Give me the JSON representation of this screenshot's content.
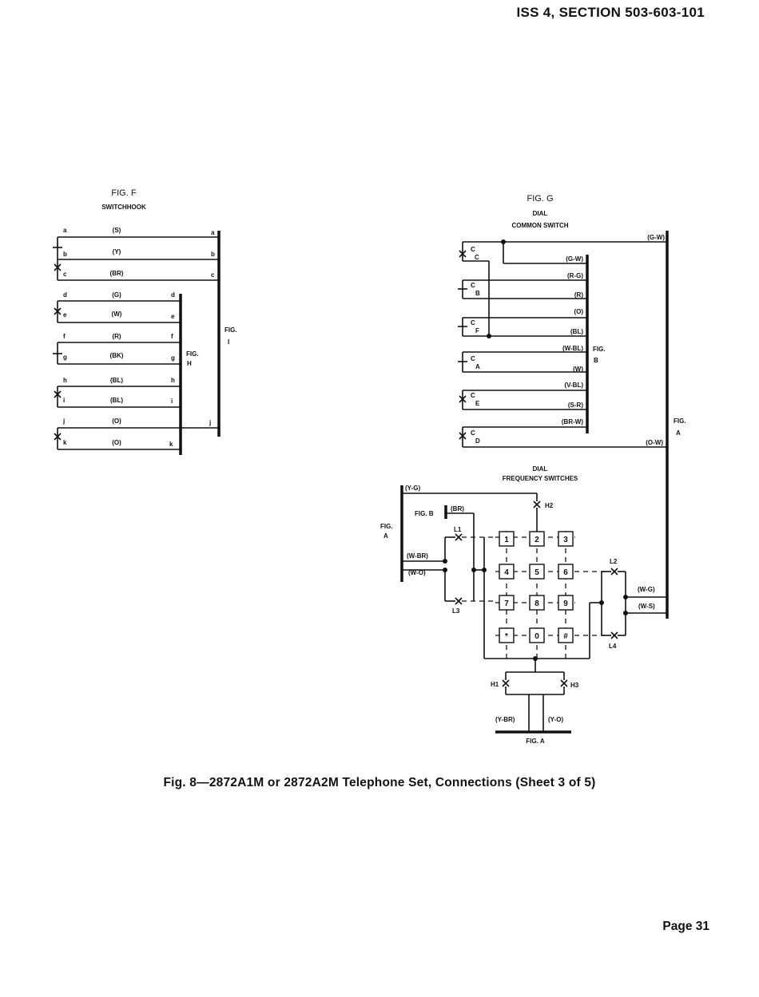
{
  "header": {
    "text": "ISS 4, SECTION 503-603-101"
  },
  "caption": {
    "text": "Fig. 8—2872A1M or 2872A2M Telephone Set, Connections (Sheet 3 of 5)"
  },
  "page": {
    "number": "Page 31"
  },
  "fig_f": {
    "title": "FIG. F",
    "subtitle": "SWITCHHOOK",
    "rows": [
      {
        "left": "a",
        "color": "(S)",
        "right": "a"
      },
      {
        "left": "b",
        "color": "(Y)",
        "right": "b"
      },
      {
        "left": "c",
        "color": "(BR)",
        "right": "c"
      },
      {
        "left": "d",
        "color": "(G)",
        "right": "d"
      },
      {
        "left": "e",
        "color": "(W)",
        "right": "e"
      },
      {
        "left": "f",
        "color": "(R)",
        "right": "f"
      },
      {
        "left": "g",
        "color": "(BK)",
        "right": "g"
      },
      {
        "left": "h",
        "color": "(BL)",
        "right": "h"
      },
      {
        "left": "i",
        "color": "(BL)",
        "right": "i"
      },
      {
        "left": "j",
        "color": "(O)",
        "right": "j"
      },
      {
        "left": "k",
        "color": "(O)",
        "right": "k"
      }
    ],
    "fig_i": [
      "FIG.",
      "I"
    ],
    "fig_h": [
      "FIG.",
      "H"
    ]
  },
  "fig_g": {
    "title": "FIG. G",
    "subtitle1": "DIAL",
    "subtitle2": "COMMON SWITCH",
    "top_wire": "(G-W)",
    "bottom_wire": "(O-W)",
    "wires": [
      "(G-W)",
      "(R-G)",
      "(R)",
      "(O)",
      "(BL)",
      "(W-BL)",
      "(W)",
      "(V-BL)",
      "(S-R)",
      "(BR-W)"
    ],
    "contacts": [
      {
        "main": "C",
        "sub": "C"
      },
      {
        "main": "C",
        "sub": "B"
      },
      {
        "main": "C",
        "sub": "F"
      },
      {
        "main": "C",
        "sub": "A"
      },
      {
        "main": "C",
        "sub": "E"
      },
      {
        "main": "C",
        "sub": "D"
      }
    ],
    "fig_b": [
      "FIG.",
      "B"
    ],
    "fig_a": [
      "FIG.",
      "A"
    ]
  },
  "freq": {
    "title1": "DIAL",
    "title2": "FREQUENCY SWITCHES",
    "y_g": "(Y-G)",
    "fig_b": "FIG. B",
    "br": "(BR)",
    "fig_a_left": [
      "FIG.",
      "A"
    ],
    "w_br": "(W-BR)",
    "w_o": "(W-O)",
    "w_g": "(W-G)",
    "w_s": "(W-S)",
    "y_br": "(Y-BR)",
    "y_o": "(Y-O)",
    "fig_a_bottom": "FIG. A",
    "switches": {
      "h1": "H1",
      "h2": "H2",
      "h3": "H3",
      "l1": "L1",
      "l2": "L2",
      "l3": "L3",
      "l4": "L4"
    },
    "keys": [
      "1",
      "2",
      "3",
      "4",
      "5",
      "6",
      "7",
      "8",
      "9",
      "*",
      "0",
      "#"
    ]
  }
}
